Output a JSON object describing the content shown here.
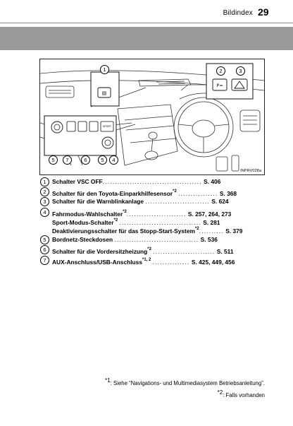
{
  "header": {
    "section": "Bildindex",
    "page": "29"
  },
  "figure": {
    "code": "INPRV028a",
    "callouts": [
      "1",
      "2",
      "3",
      "4",
      "5",
      "6",
      "7"
    ],
    "switch_label": "SPORT"
  },
  "legend": [
    {
      "num": "1",
      "label": "Schalter VSC OFF",
      "mark": "",
      "dots": "........................................",
      "page": "S. 406"
    },
    {
      "num": "2",
      "label": "Schalter für den Toyota-Einparkhilfesensor",
      "mark": "*2",
      "dots": "................",
      "page": "S. 368"
    },
    {
      "num": "3",
      "label": "Schalter für die Warnblinkanlage",
      "mark": "",
      "dots": "..........................",
      "page": "S. 624"
    },
    {
      "num": "4",
      "label": "Fahrmodus-Wahlschalter",
      "mark": "*2",
      "dots": "........................",
      "page": "S. 257, 264, 273"
    },
    {
      "num": "",
      "label": "Sport-Modus-Schalter",
      "mark": "*2",
      "dots": ".................................",
      "page": "S. 281"
    },
    {
      "num": "",
      "label": "Deaktivierungsschalter für das Stopp-Start-System",
      "mark": "*2",
      "dots": "..........",
      "page": "S. 379"
    },
    {
      "num": "5",
      "label": "Bordnetz-Steckdosen",
      "mark": "",
      "dots": "..................................",
      "page": "S. 536"
    },
    {
      "num": "6",
      "label": "Schalter für die Vordersitzheizung",
      "mark": "*2",
      "dots": ".........................",
      "page": "S. 511"
    },
    {
      "num": "7",
      "label": "AUX-Anschluss/USB-Anschluss",
      "mark": "*1, 2",
      "dots": "...............",
      "page": "S. 425, 449, 456"
    }
  ],
  "footnotes": [
    {
      "mark": "*1",
      "text": ": Siehe “Navigations- und Multimediasystem Betriebsanleitung”."
    },
    {
      "mark": "*2",
      "text": ": Falls vorhanden"
    }
  ]
}
